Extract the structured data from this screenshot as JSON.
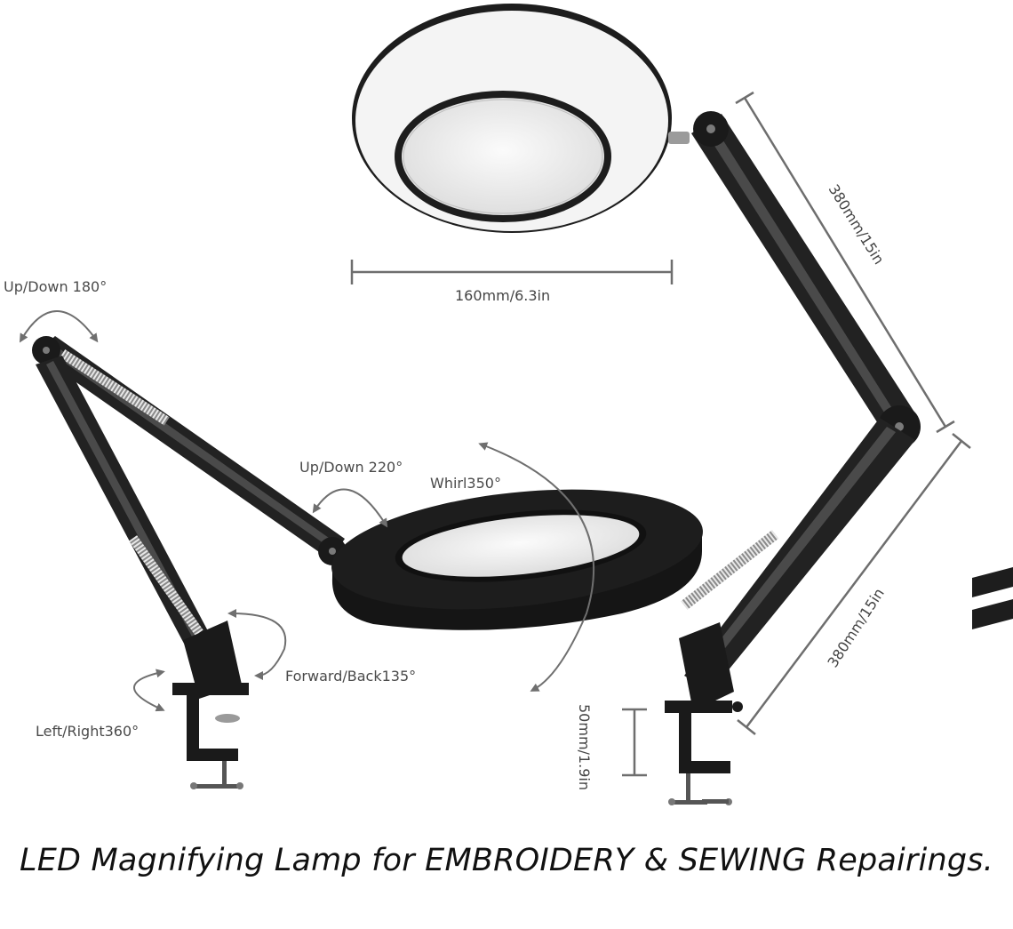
{
  "labels": {
    "up_down_180": "Up/Down 180°",
    "up_down_220": "Up/Down 220°",
    "whirl": "Whirl350°",
    "forward_back": "Forward/Back135°",
    "left_right": "Left/Right360°"
  },
  "dimensions": {
    "head_diameter": "160mm/6.3in",
    "upper_arm": "380mm/15in",
    "lower_arm": "380mm/15in",
    "clamp_opening": "50mm/1.9in"
  },
  "caption": "LED Magnifying Lamp for EMBROIDERY & SEWING Repairings.",
  "colors": {
    "lamp_body": "#1d1d1d",
    "lens": "#f2f2f2",
    "dimension_line": "#6e6e6e",
    "arrow": "#6f6f6f"
  }
}
